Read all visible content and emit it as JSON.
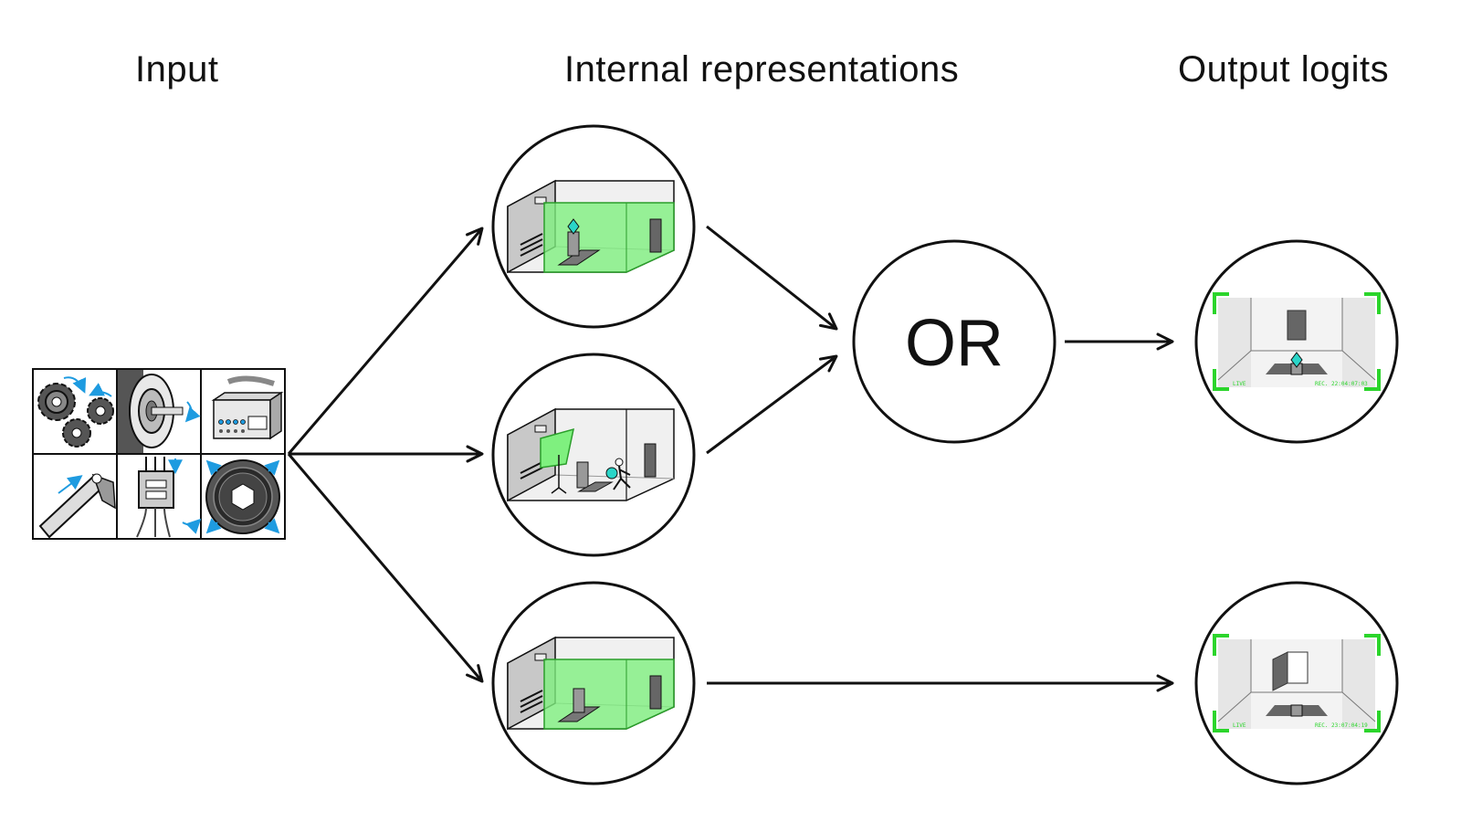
{
  "headings": {
    "input": "Input",
    "internal": "Internal representations",
    "output": "Output logits"
  },
  "or_label": "OR",
  "camera_views": [
    {
      "status": "LIVE",
      "timestamp": "REC. 22:04:07:03"
    },
    {
      "status": "LIVE",
      "timestamp": "REC. 23:07:04:19"
    }
  ],
  "colors": {
    "highlight_green": "#7ff07f",
    "camera_frame_green": "#2bd52b",
    "arrow_blue": "#1e9be0",
    "stroke": "#111111"
  },
  "icons": {
    "input_grid": [
      "gears-icon",
      "motor-shaft-icon",
      "control-box-icon",
      "robot-arm-icon",
      "relay-switch-icon",
      "camera-aperture-icon"
    ]
  }
}
